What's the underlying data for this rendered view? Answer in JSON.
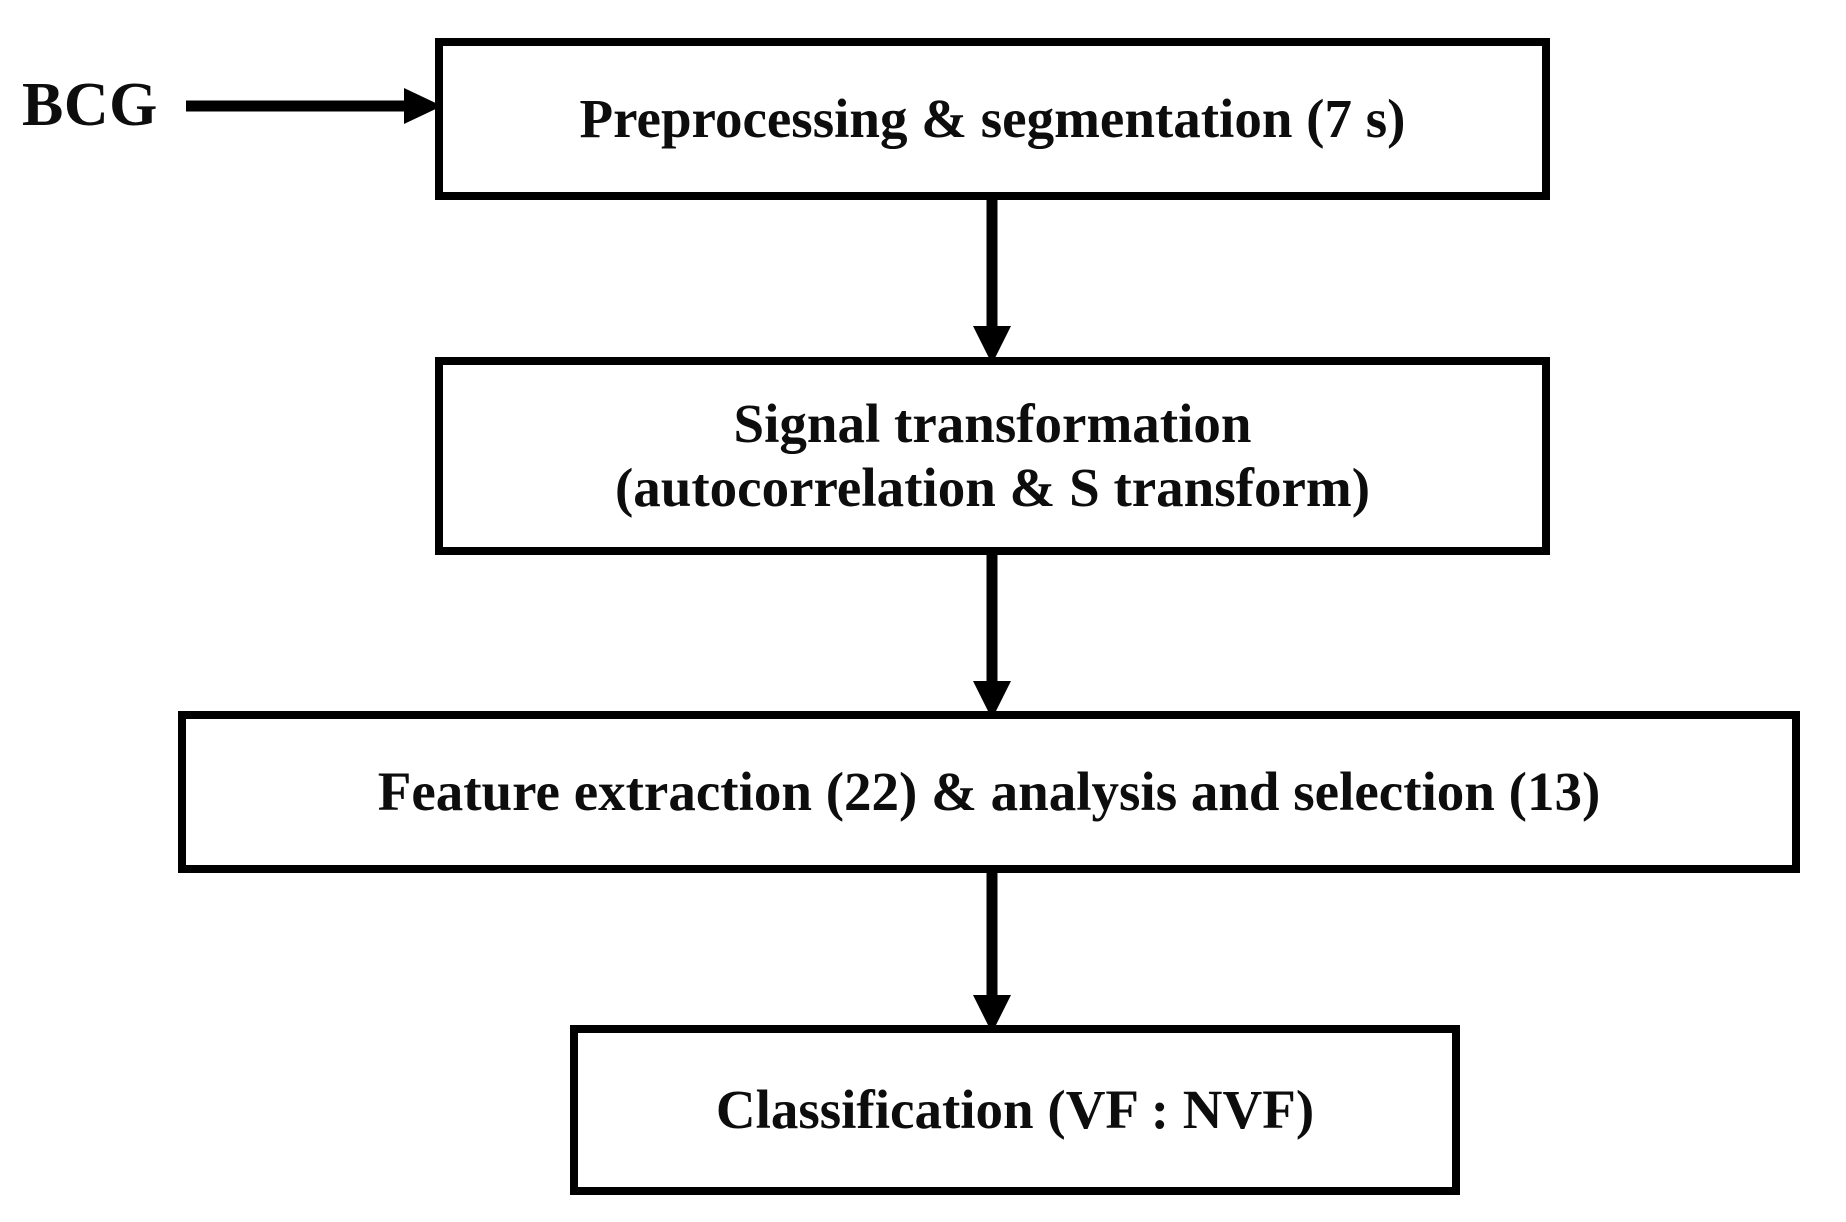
{
  "diagram": {
    "title": "BCG signal processing and classification pipeline",
    "orientation": "top-to-bottom",
    "stroke_color": "#000000",
    "fill_color": "#ffffff",
    "text_color": "#0d0d0d"
  },
  "source": {
    "label": "BCG"
  },
  "nodes": [
    {
      "id": "preprocessing",
      "label": "Preprocessing & segmentation (7 s)"
    },
    {
      "id": "transformation",
      "label": "Signal transformation\n(autocorrelation & S transform)"
    },
    {
      "id": "feature",
      "label": "Feature extraction (22) & analysis and selection (13)"
    },
    {
      "id": "classification",
      "label": "Classification (VF : NVF)"
    }
  ],
  "edges": [
    {
      "id": "bcg-to-preprocessing",
      "from": "BCG",
      "to": "preprocessing",
      "direction": "right"
    },
    {
      "id": "preprocessing-to-transformation",
      "from": "preprocessing",
      "to": "transformation",
      "direction": "down"
    },
    {
      "id": "transformation-to-feature",
      "from": "transformation",
      "to": "feature",
      "direction": "down"
    },
    {
      "id": "feature-to-classification",
      "from": "feature",
      "to": "classification",
      "direction": "down"
    }
  ]
}
